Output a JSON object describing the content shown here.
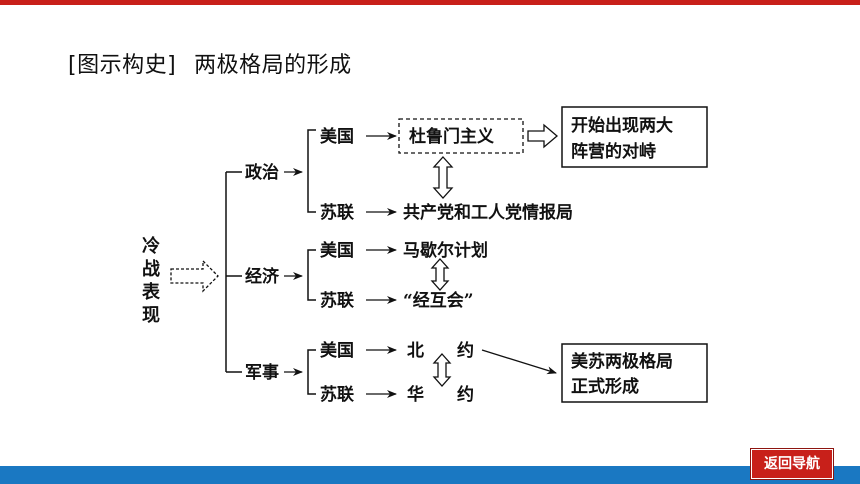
{
  "header": {
    "tag": "[图示构史]",
    "title": "两极格局的形成"
  },
  "diagram": {
    "root": [
      "冷",
      "战",
      "表",
      "现"
    ],
    "categories": {
      "politics": "政治",
      "economy": "经济",
      "military": "军事"
    },
    "countries": {
      "usa": "美国",
      "ussr": "苏联"
    },
    "politics": {
      "usa_item": "杜鲁门主义",
      "ussr_item": "共产党和工人党情报局",
      "result_line1": "开始出现两大",
      "result_line2": "阵营的对峙"
    },
    "economy": {
      "usa_item": "马歇尔计划",
      "ussr_item": "“经互会”"
    },
    "military": {
      "usa_char1": "北",
      "usa_char2": "约",
      "ussr_char1": "华",
      "ussr_char2": "约",
      "result_line1": "美苏两极格局",
      "result_line2": "正式形成"
    }
  },
  "nav": {
    "back_label": "返回导航"
  }
}
